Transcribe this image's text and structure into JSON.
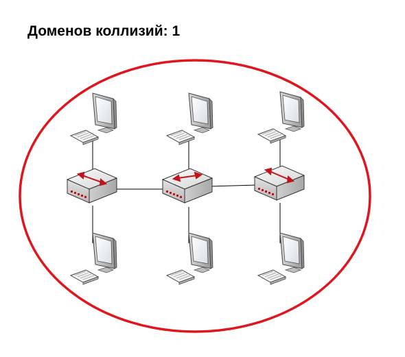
{
  "title": {
    "prefix": "Доменов коллизий: ",
    "count": "1"
  },
  "colors": {
    "domain_ellipse": "#e0161e",
    "hub_arrow": "#c0141a",
    "link": "#000000"
  },
  "nodes": {
    "hubs": [
      "hub-left",
      "hub-center",
      "hub-right"
    ],
    "computers": [
      "pc-top-left",
      "pc-top-center",
      "pc-top-right",
      "pc-bottom-left",
      "pc-bottom-center",
      "pc-bottom-right"
    ]
  }
}
